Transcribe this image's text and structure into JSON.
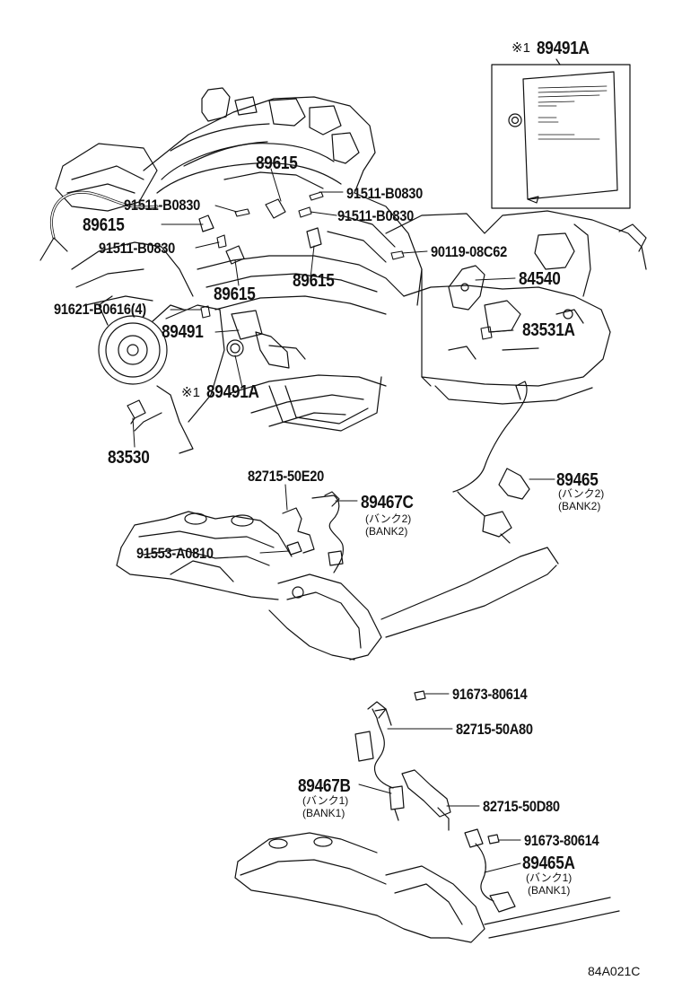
{
  "callouts": {
    "top_box": "89491A",
    "top_box_mark": "※1",
    "p89615_a": "89615",
    "p91511_a": "91511-B0830",
    "p91511_b": "91511-B0830",
    "p89615_b": "89615",
    "p91511_c": "91511-B0830",
    "p91511_d": "91511-B0830",
    "p90119": "90119-08C62",
    "p89615_c": "89615",
    "p89615_d": "89615",
    "p84540": "84540",
    "p91621": "91621-B0616(4)",
    "p89491": "89491",
    "p83531a": "83531A",
    "p89491a_mark": "※1",
    "p89491a": "89491A",
    "p83530": "83530",
    "p82715_50e20": "82715-50E20",
    "p89467c": "89467C",
    "p89467c_jp": "(バンク2)",
    "p89467c_en": "(BANK2)",
    "p89465": "89465",
    "p89465_jp": "(バンク2)",
    "p89465_en": "(BANK2)",
    "p91553": "91553-A0810",
    "p91673_a": "91673-80614",
    "p82715_50a80": "82715-50A80",
    "p89467b": "89467B",
    "p89467b_jp": "(バンク1)",
    "p89467b_en": "(BANK1)",
    "p82715_50d80": "82715-50D80",
    "p91673_b": "91673-80614",
    "p89465a": "89465A",
    "p89465a_jp": "(バンク1)",
    "p89465a_en": "(BANK1)",
    "diagram_code": "84A021C"
  }
}
